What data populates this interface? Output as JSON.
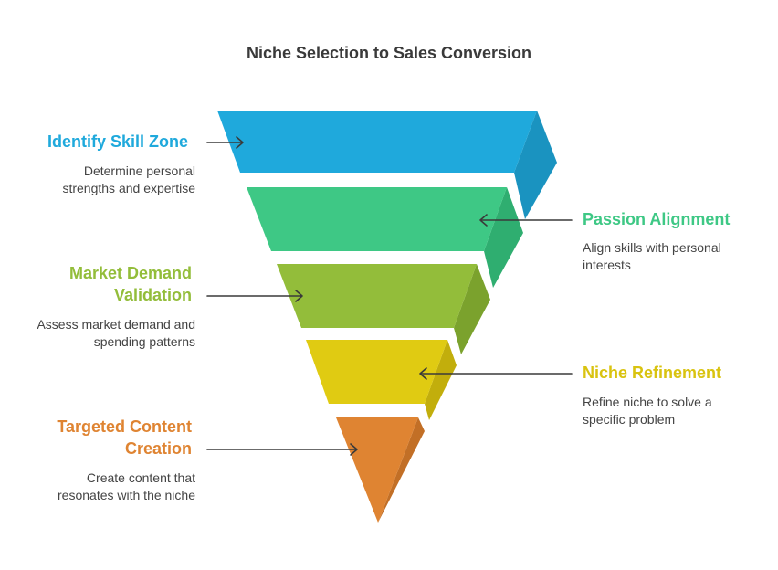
{
  "title": "Niche Selection to Sales Conversion",
  "stages": [
    {
      "label": "Identify Skill Zone",
      "description": "Determine personal strengths and expertise",
      "color": "#1fa9dc"
    },
    {
      "label": "Passion Alignment",
      "description": "Align skills with personal interests",
      "color": "#3ec885"
    },
    {
      "label": "Market Demand Validation",
      "description": "Assess market demand and spending patterns",
      "color": "#93bd3a"
    },
    {
      "label": "Niche Refinement",
      "description": "Refine niche to solve a specific problem",
      "color": "#e0cb12"
    },
    {
      "label": "Targeted Content Creation",
      "description": "Create content that resonates with the niche",
      "color": "#df8432"
    }
  ],
  "arrow_color": "#3a3a3a"
}
